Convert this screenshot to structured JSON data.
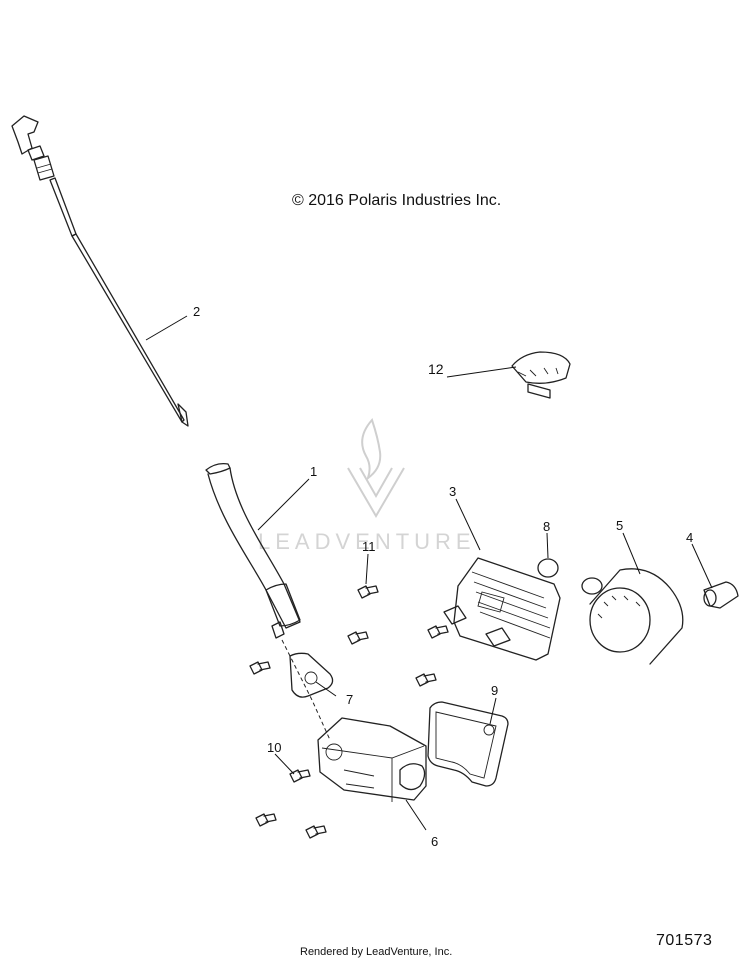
{
  "header": {
    "copyright": "© 2016 Polaris Industries Inc."
  },
  "footer": {
    "rendered_by": "Rendered by LeadVenture, Inc.",
    "diagram_number": "701573"
  },
  "watermark": {
    "text": "LEADVENTURE"
  },
  "callouts": [
    "1",
    "2",
    "3",
    "4",
    "5",
    "6",
    "7",
    "8",
    "9",
    "10",
    "11",
    "12"
  ]
}
